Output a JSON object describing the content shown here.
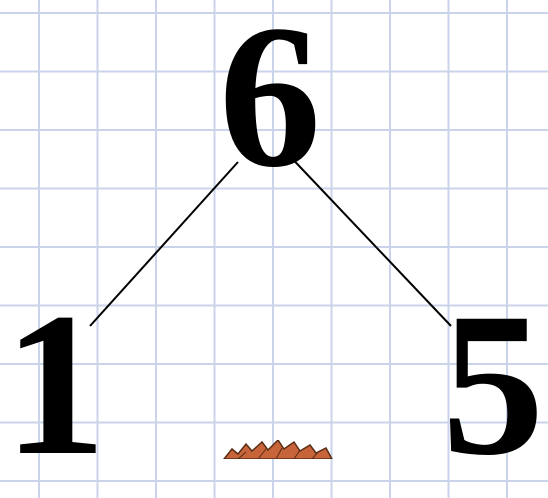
{
  "number_bond": {
    "whole": "6",
    "part_left": "1",
    "part_right": "5"
  },
  "colors": {
    "grid_line": "#c9d3ea",
    "numbers": "#000000",
    "character_hair": "#c8643a"
  }
}
